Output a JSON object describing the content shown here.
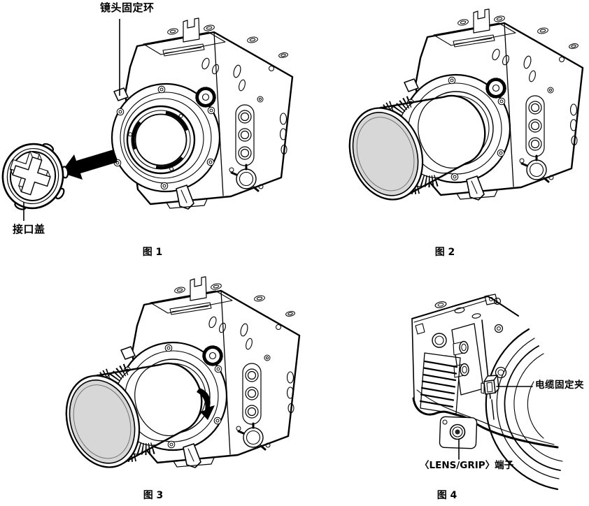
{
  "page": {
    "type": "camera-manual-lens-mounting-diagram",
    "background": "#ffffff"
  },
  "colors": {
    "line": "#000000",
    "lens_shade": "#d7d7d7",
    "text": "#000000"
  },
  "figure1": {
    "caption": "图 1",
    "labels": {
      "lens_ring": "镜头固定环",
      "mount_cap": "接口盖"
    }
  },
  "figure2": {
    "caption": "图 2"
  },
  "figure3": {
    "caption": "图 3"
  },
  "figure4": {
    "caption": "图 4",
    "labels": {
      "cable_clamp": "电缆固定夹",
      "lens_grip_terminal": "〈LENS/GRIP〉端子"
    }
  }
}
